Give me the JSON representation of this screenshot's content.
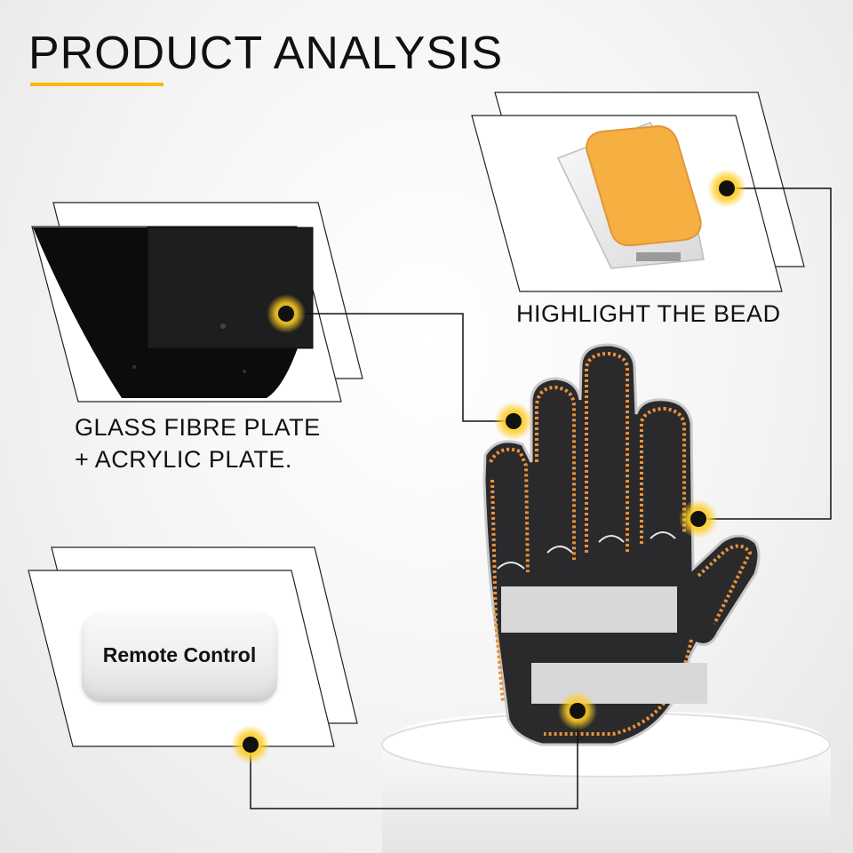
{
  "header": {
    "title": "PRODUCT ANALYSIS"
  },
  "callouts": {
    "bead": "HIGHLIGHT THE BEAD",
    "glass_line1": "GLASS FIBRE PLATE",
    "glass_line2": "+ ACRYLIC PLATE.",
    "remote": "Remote Control"
  },
  "colors": {
    "accent": "#f6b90e",
    "bead_orange": "#f5b041",
    "led_orange": "#e8923a",
    "hand_body": "#2a2a2d"
  }
}
